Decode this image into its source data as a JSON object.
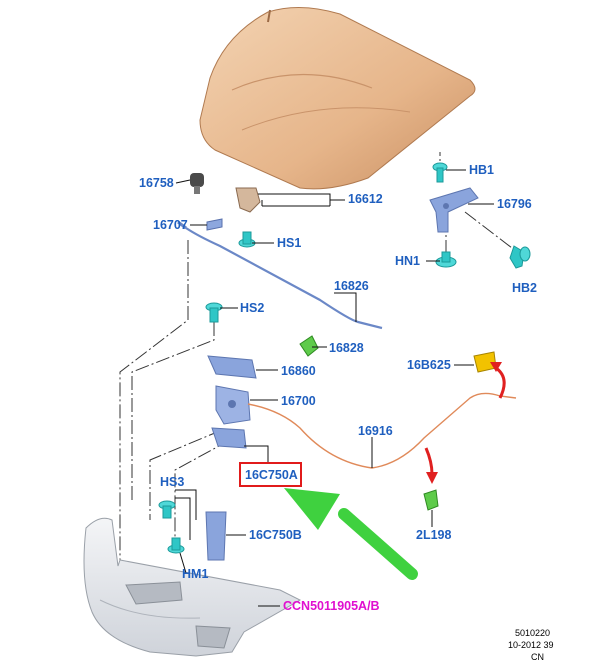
{
  "colors": {
    "label": "#1f5fbf",
    "highlight_label": "#e00fd0",
    "callout_box": "#e11b1b",
    "green_arrow": "#3fd13f",
    "red_arrow": "#e02020",
    "hood": "#e6b58a",
    "part_blue": "#6b88c7",
    "fastener_teal": "#2fc6c6",
    "cable": "#e08a5a",
    "bumper": "#e2e5ea"
  },
  "parts": [
    {
      "id": "16758"
    },
    {
      "id": "16612"
    },
    {
      "id": "HB1"
    },
    {
      "id": "16796"
    },
    {
      "id": "16707"
    },
    {
      "id": "HS1"
    },
    {
      "id": "HN1"
    },
    {
      "id": "HB2"
    },
    {
      "id": "16826"
    },
    {
      "id": "HS2"
    },
    {
      "id": "16828"
    },
    {
      "id": "16B625"
    },
    {
      "id": "16860"
    },
    {
      "id": "16700"
    },
    {
      "id": "16916"
    },
    {
      "id": "16C750A"
    },
    {
      "id": "HS3"
    },
    {
      "id": "2L198"
    },
    {
      "id": "16C750B"
    },
    {
      "id": "HM1"
    },
    {
      "id": "CCN5011905A/B"
    }
  ],
  "footer": {
    "line1": "5010220",
    "line2": "10-2012 39",
    "line3": "CN"
  }
}
